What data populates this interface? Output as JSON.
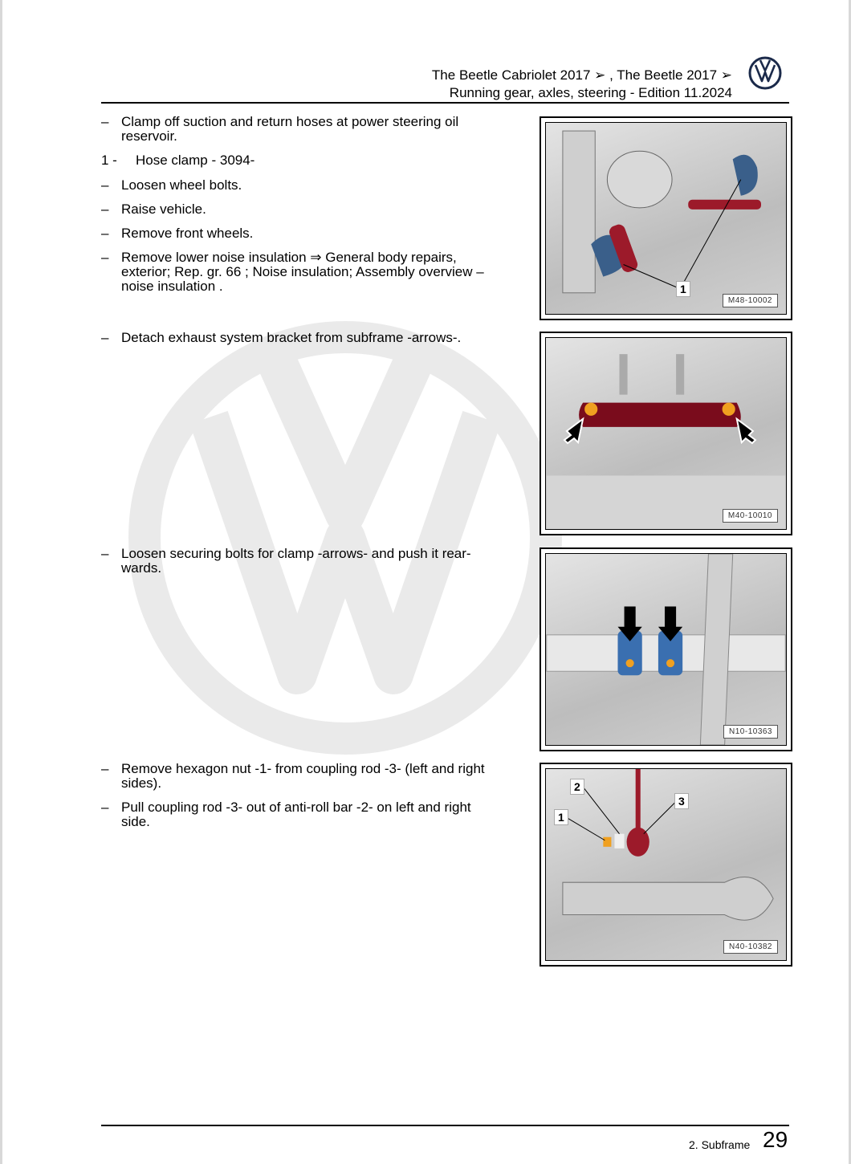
{
  "header": {
    "title_line1": "The Beetle Cabriolet 2017 ➢ , The Beetle 2017 ➢",
    "title_line2": "Running gear, axles, steering - Edition 11.2024",
    "logo": "vw-logo",
    "logo_color": "#1b2a4a"
  },
  "steps": [
    {
      "marker": "–",
      "text": "Clamp off suction and return hoses at power steering oil reservoir."
    },
    {
      "marker": "1 -",
      "text": "Hose clamp - 3094-"
    },
    {
      "marker": "–",
      "text": "Loosen wheel bolts."
    },
    {
      "marker": "–",
      "text": "Raise vehicle."
    },
    {
      "marker": "–",
      "text": "Remove front wheels."
    },
    {
      "marker": "–",
      "text": "Remove lower noise insulation ⇒  General body repairs, exterior; Rep. gr.  66 ; Noise insulation; Assembly overview – noise insulation ."
    },
    {
      "marker": "–",
      "text": "Detach exhaust system bracket from subframe -arrows-."
    },
    {
      "marker": "–",
      "text": "Loosen securing bolts for clamp -arrows- and push it rear-wards."
    },
    {
      "marker": "–",
      "text": "Remove hexagon nut -1- from coupling rod -3- (left and right sides)."
    },
    {
      "marker": "–",
      "text": "Pull coupling rod -3- out of anti-roll bar -2- on left and right side."
    }
  ],
  "figures": [
    {
      "code": "M48-10002",
      "callouts": [
        "1"
      ]
    },
    {
      "code": "M40-10010",
      "callouts": []
    },
    {
      "code": "N10-10363",
      "callouts": []
    },
    {
      "code": "N40-10382",
      "callouts": [
        "2",
        "1",
        "3"
      ]
    }
  ],
  "footer": {
    "section": "2. Subframe",
    "page": "29"
  }
}
